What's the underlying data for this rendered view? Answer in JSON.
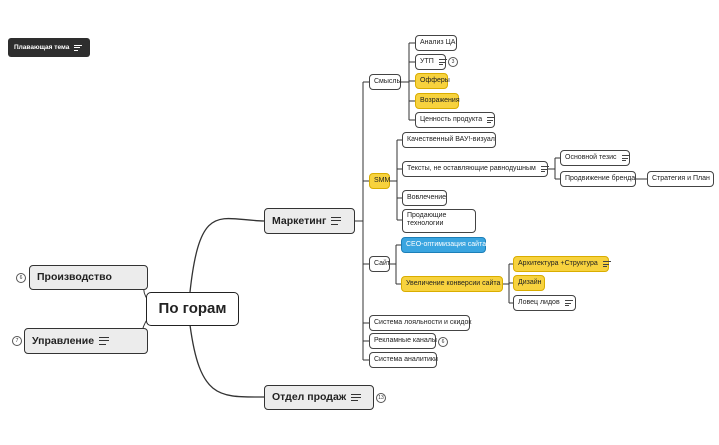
{
  "floating_topic": "Плавающая тема",
  "root": "По горам",
  "branches": {
    "marketing": "Маркетинг",
    "sales": "Отдел продаж",
    "production": "Производство",
    "management": "Управление"
  },
  "badges": {
    "production": "6",
    "management": "7",
    "sales": "13",
    "utp": "3",
    "ads": "6"
  },
  "marketing": {
    "meanings": "Смыслы",
    "smm": "SMM",
    "site": "Сайт",
    "loyalty": "Система лояльности и скидок",
    "ads": "Рекламные каналы",
    "analytics": "Система аналитики"
  },
  "meanings": {
    "ca": "Анализ ЦА",
    "utp": "УТП",
    "offers": "Офферы",
    "objections": "Возражения",
    "value": "Ценность продукта"
  },
  "smm": {
    "visual": "Качественный ВАУ!-визуал",
    "texts": "Тексты, не оставляющие равнодушным",
    "engagement": "Вовлечение",
    "selling": "Продающие технологии"
  },
  "texts": {
    "thesis": "Основной тезис",
    "promotion": "Продвижение бренда",
    "strategy": "Стратегия и План"
  },
  "site": {
    "seo": "СЕО-оптимизация сайта",
    "conversion": "Увеличение конверсии сайта"
  },
  "conversion": {
    "architecture": "Архитектура +Структура",
    "design": "Дизайн",
    "leads": "Ловец лидов"
  },
  "colors": {
    "yellow": "#f7d23e",
    "blue": "#3aa5e0",
    "line": "#333333"
  }
}
